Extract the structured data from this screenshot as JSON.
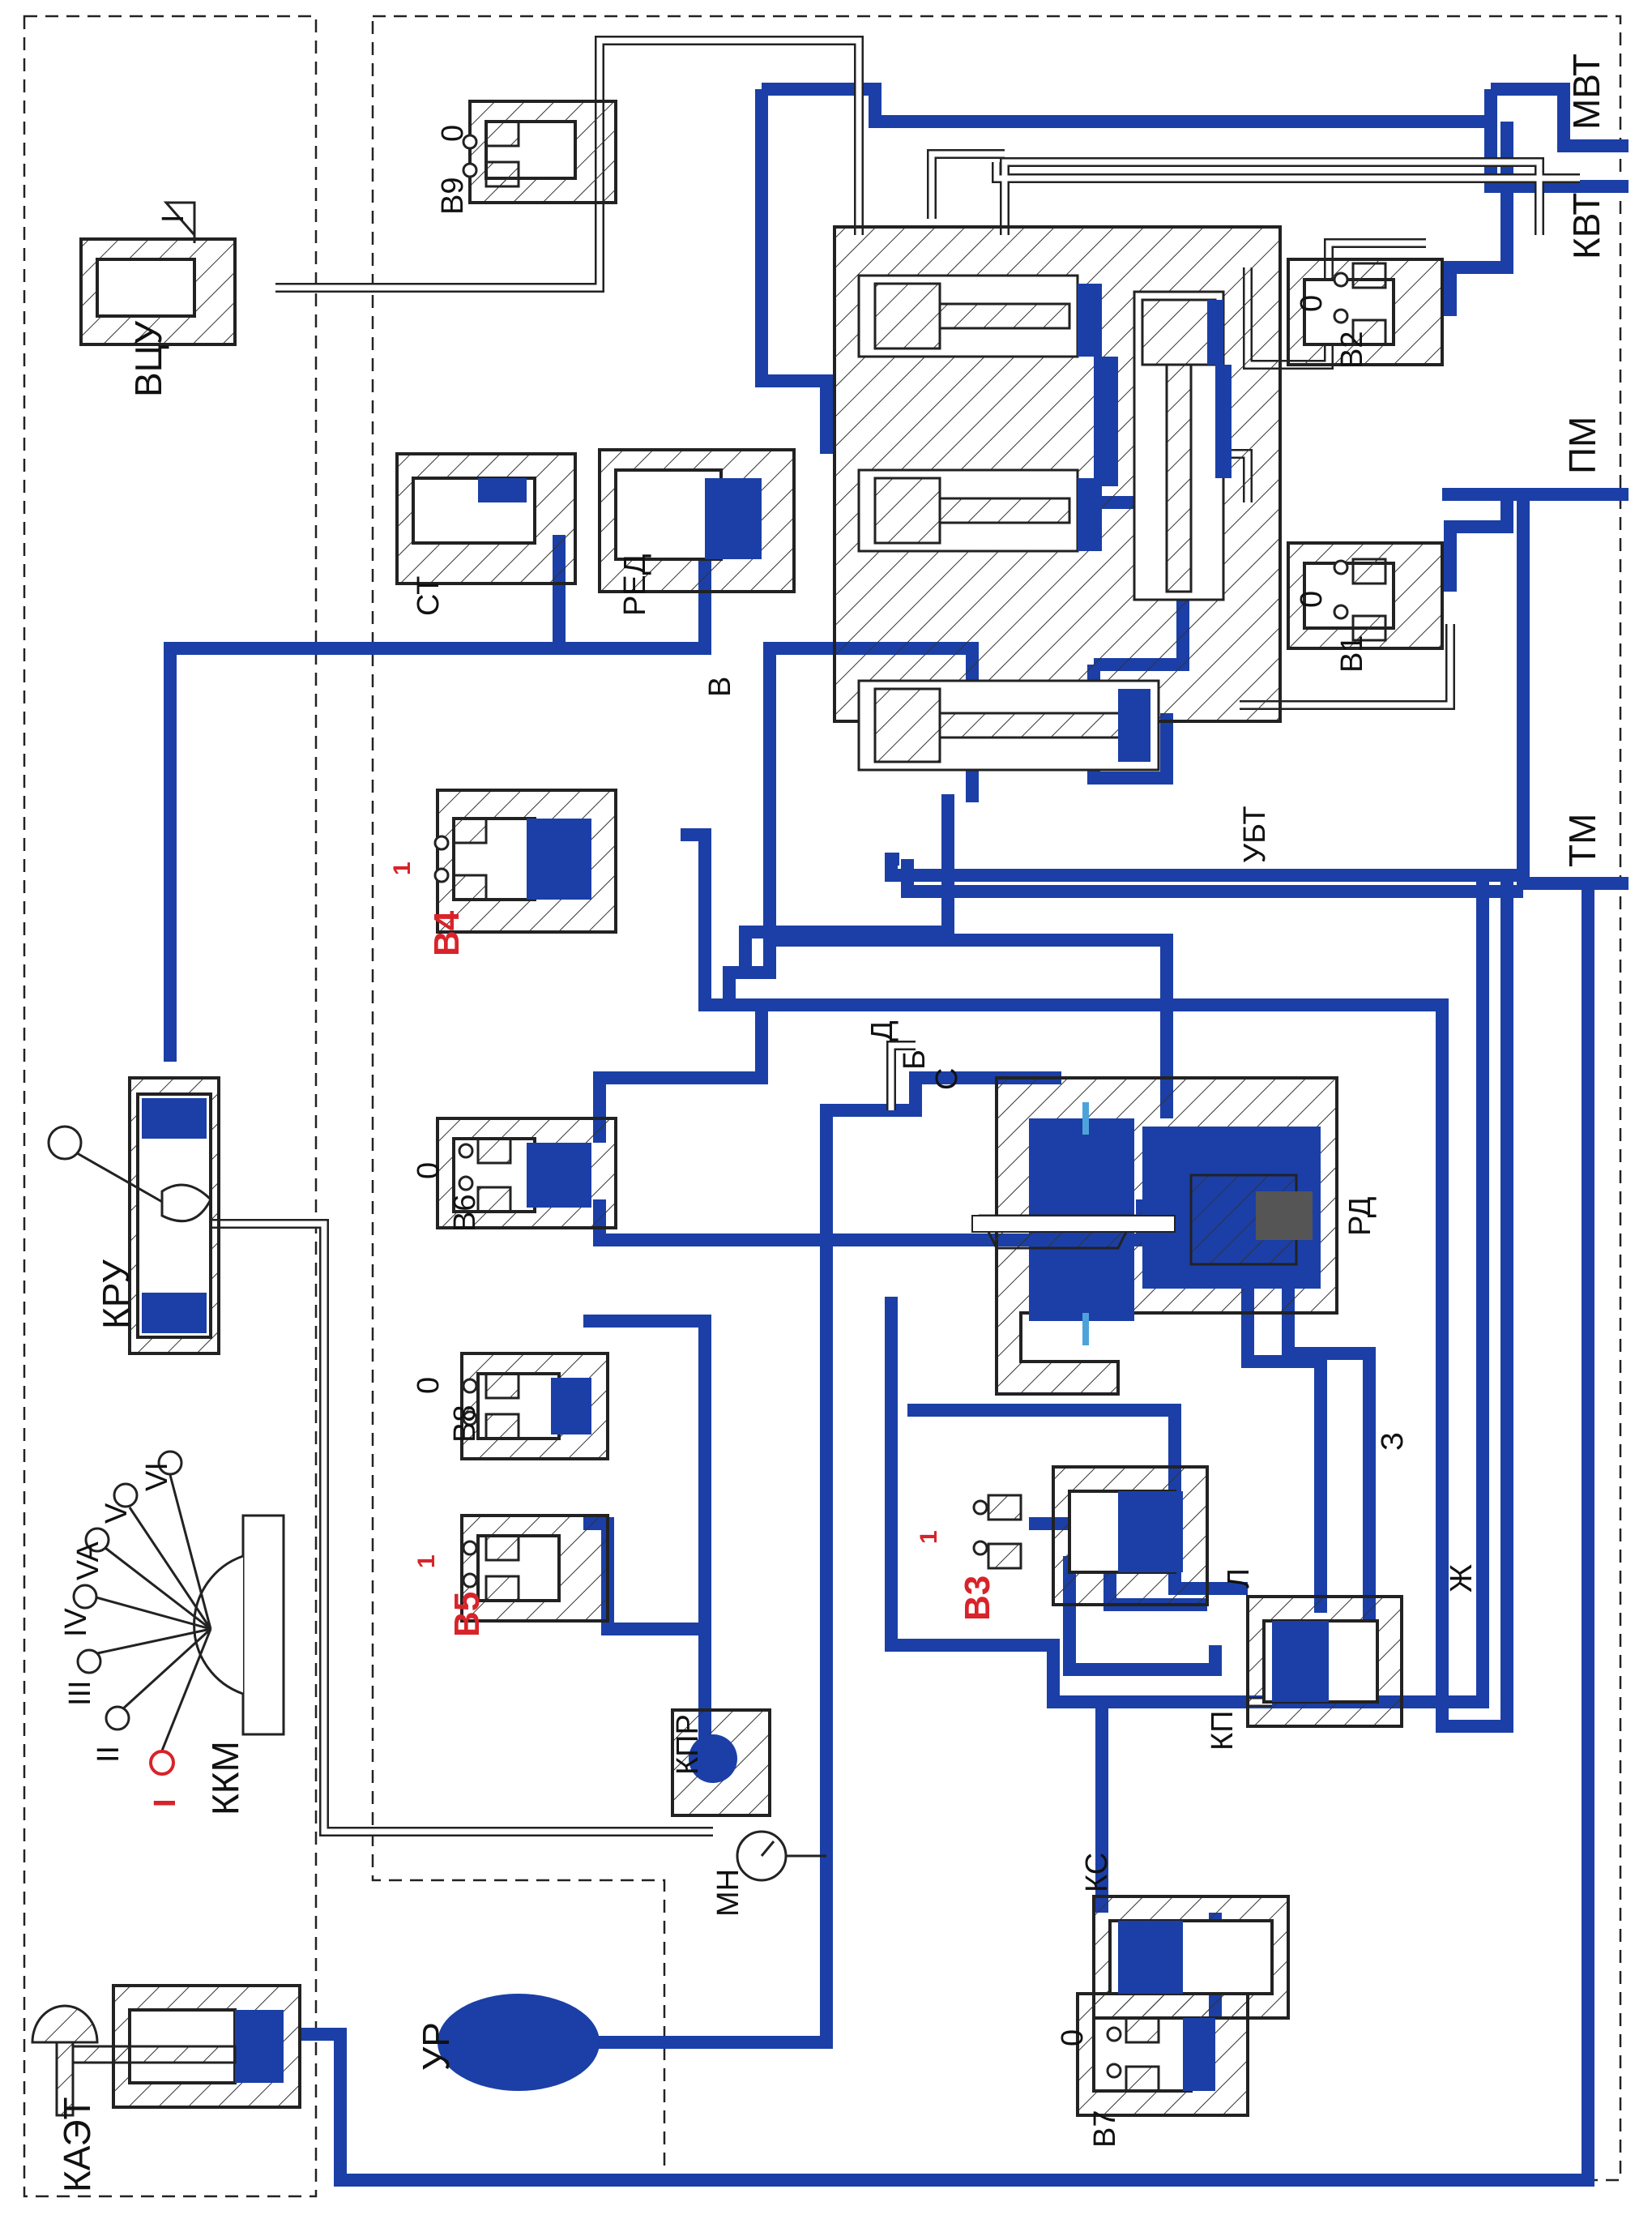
{
  "colors": {
    "air_line": "#1b3fa6",
    "aux_line": "#ffffff",
    "body_fill": "#ffffff",
    "hatch": "#222222",
    "accent_red": "#d8232a",
    "membrane": "#4da3d9"
  },
  "devices": {
    "kazt": "КАЭТ",
    "ur": "УР",
    "mn": "МН",
    "ks": "КС",
    "v7": "В7",
    "kkm": "ККМ",
    "kpr": "КПР",
    "v5": "В5",
    "v8": "В8",
    "kp": "КП",
    "v3": "В3",
    "kru": "КРУ",
    "v6": "В6",
    "rd": "РД",
    "v4": "В4",
    "vcu": "ВЦУ",
    "st": "СТ",
    "red": "РЕД",
    "v9": "В9",
    "ubt": "УБТ",
    "v1": "В1",
    "v2": "В2"
  },
  "pipes": {
    "tm": "ТМ",
    "pm": "ПМ",
    "kvt": "КВТ",
    "mvt": "МВТ"
  },
  "chambers": {
    "v": "В",
    "d": "Д",
    "b": "Б",
    "s": "С",
    "z": "З",
    "zh": "Ж",
    "l": "Л"
  },
  "positions": {
    "p1": "I",
    "p2": "II",
    "p3": "III",
    "p4": "IV",
    "p5": "VA",
    "p6": "V",
    "p7": "VI"
  },
  "marks": {
    "zero": "0",
    "one": "1",
    "vcu_pos": "I"
  }
}
